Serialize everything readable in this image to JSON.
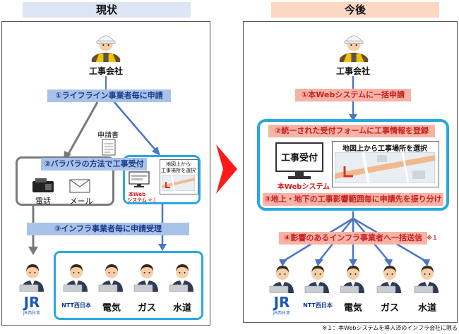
{
  "left": {
    "header": "現状",
    "company": "工事会社",
    "step1": "①ライフライン事業者毎に申請",
    "application": "申請書",
    "step2": "②バラバラの方法で工事受付",
    "phone": "電話",
    "mail": "メール",
    "web_screen_line1": "地図上から",
    "web_screen_line2": "工事場所を選択",
    "web_system_line1": "本Web",
    "web_system_line2": "システム",
    "web_system_note": "※１",
    "step3": "③インフラ事業者毎に申請受理",
    "jr": "JR西日本",
    "ntt": "NTT西日本",
    "electric": "電気",
    "gas": "ガス",
    "water": "水道"
  },
  "right": {
    "header": "今後",
    "company": "工事会社",
    "step1": "①本Webシステムに一括申請",
    "step2": "②統一された受付フォームに工事情報を登録",
    "form_title": "工事受付",
    "map_caption": "地図上から工事場所を選択",
    "web_system": "本Webシステム",
    "step3": "③地上・地下の工事影響範囲毎に申請先を振り分け",
    "step4": "④影響のあるインフラ事業者へ一括送信",
    "step4_note": "※１",
    "jr": "JR西日本",
    "ntt": "NTT西日本",
    "electric": "電気",
    "gas": "ガス",
    "water": "水道"
  },
  "footnote": "※１：本Webシステムを導入済のインフラ会社に限る"
}
